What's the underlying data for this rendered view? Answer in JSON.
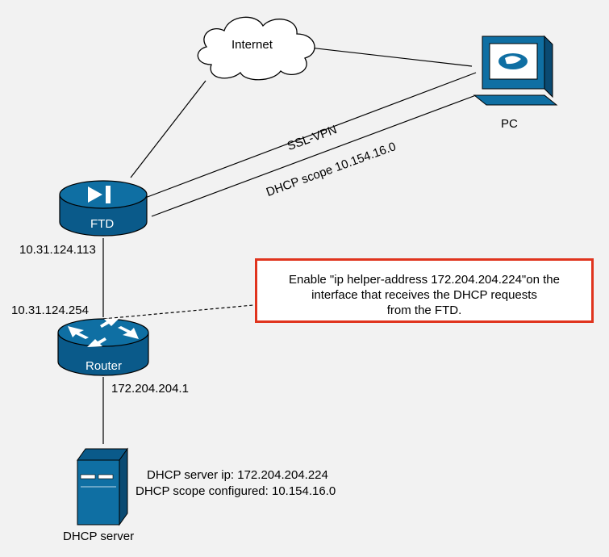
{
  "labels": {
    "internet": "Internet",
    "pc": "PC",
    "ftd": "FTD",
    "router": "Router",
    "dhcp_server": "DHCP server",
    "ssl_vpn": "SSL-VPN",
    "dhcp_scope_link": "DHCP scope 10.154.16.0",
    "ftd_ip": "10.31.124.113",
    "router_ip_top": "10.31.124.254",
    "router_ip_bottom": "172.204.204.1",
    "server_ip": "DHCP server ip: 172.204.204.224",
    "server_scope": "DHCP scope configured: 10.154.16.0"
  },
  "callout": {
    "line1": "Enable \"ip helper-address 172.204.204.224\"on the",
    "line2": "interface that receives the DHCP requests",
    "line3": "from the FTD."
  },
  "colors": {
    "background": "#f2f2f2",
    "device_blue": "#0f6fa3",
    "callout_border": "#e0341e"
  }
}
